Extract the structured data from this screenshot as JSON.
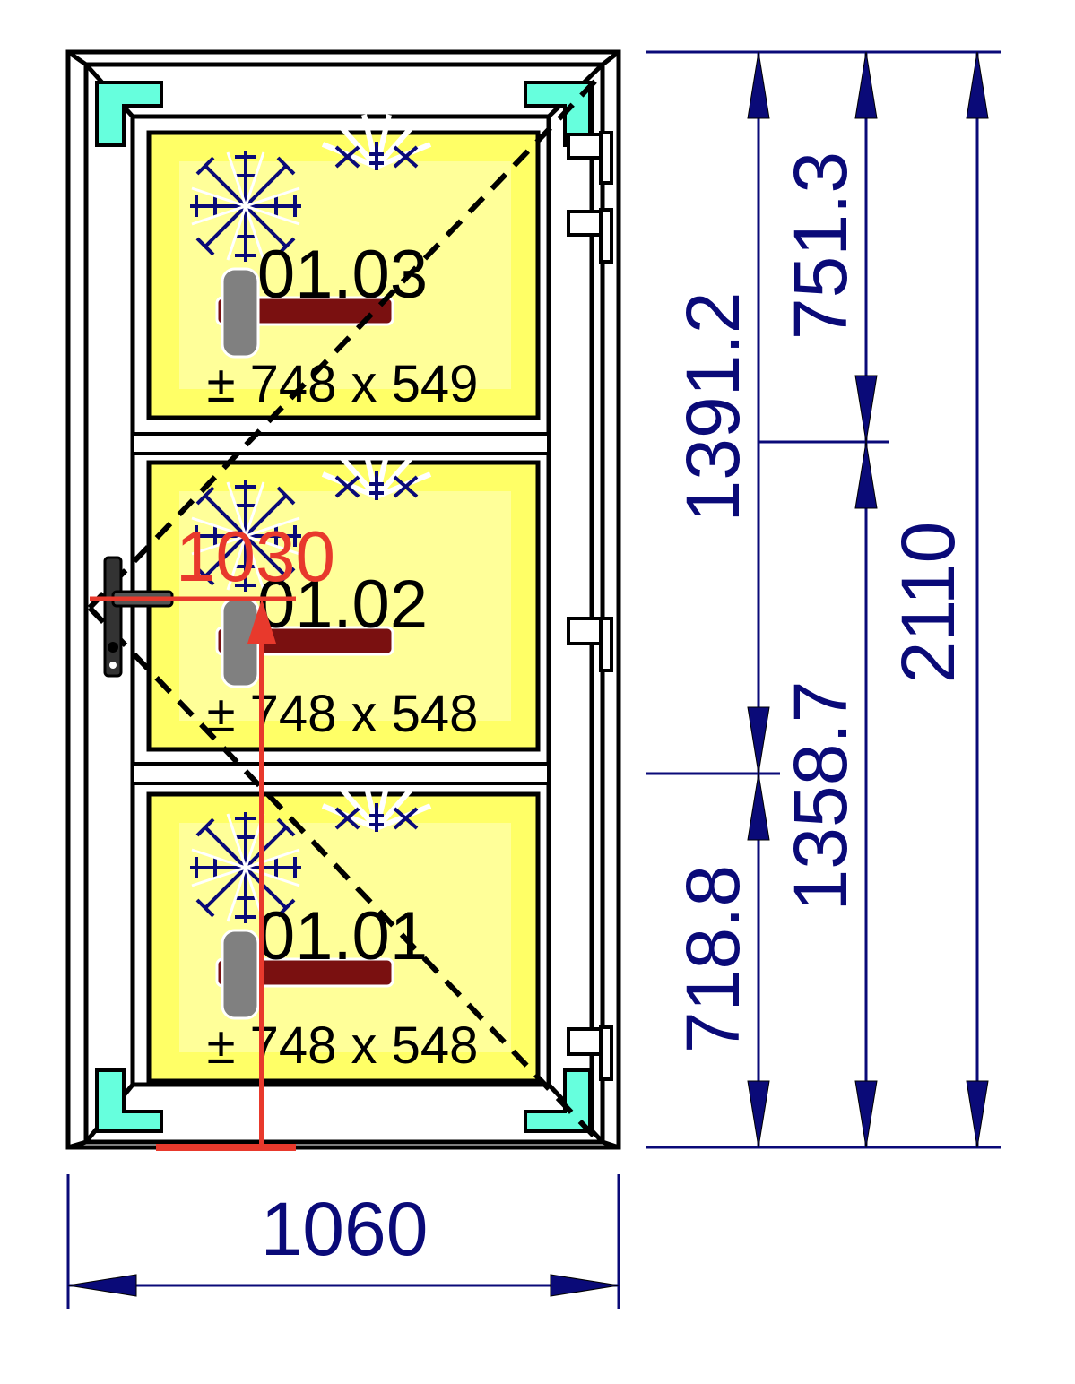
{
  "colors": {
    "frame": "#000000",
    "glass_outer": "#ffff66",
    "glass_inner": "#ffff99",
    "corner": "#66ffdd",
    "dimension": "#0a0a78",
    "handle_marker": "#e8392c",
    "vent_stick": "#7a1010",
    "vent_body": "#808080"
  },
  "icons": [
    "snowflake-icon",
    "sun-rays-icon",
    "hinge-icon",
    "door-handle-icon",
    "dimension-arrow-icon"
  ],
  "panes": [
    {
      "id": "01.03",
      "size": "± 748 x 549"
    },
    {
      "id": "01.02",
      "size": "± 748 x 548"
    },
    {
      "id": "01.01",
      "size": "± 748 x 548"
    }
  ],
  "dimensions": {
    "width": "1060",
    "total_height": "2110",
    "upper_height": "751.3",
    "lower_height": "1358.7",
    "left_upper": "1391.2",
    "left_lower": "718.8"
  },
  "handle": {
    "height_label": "1030"
  }
}
